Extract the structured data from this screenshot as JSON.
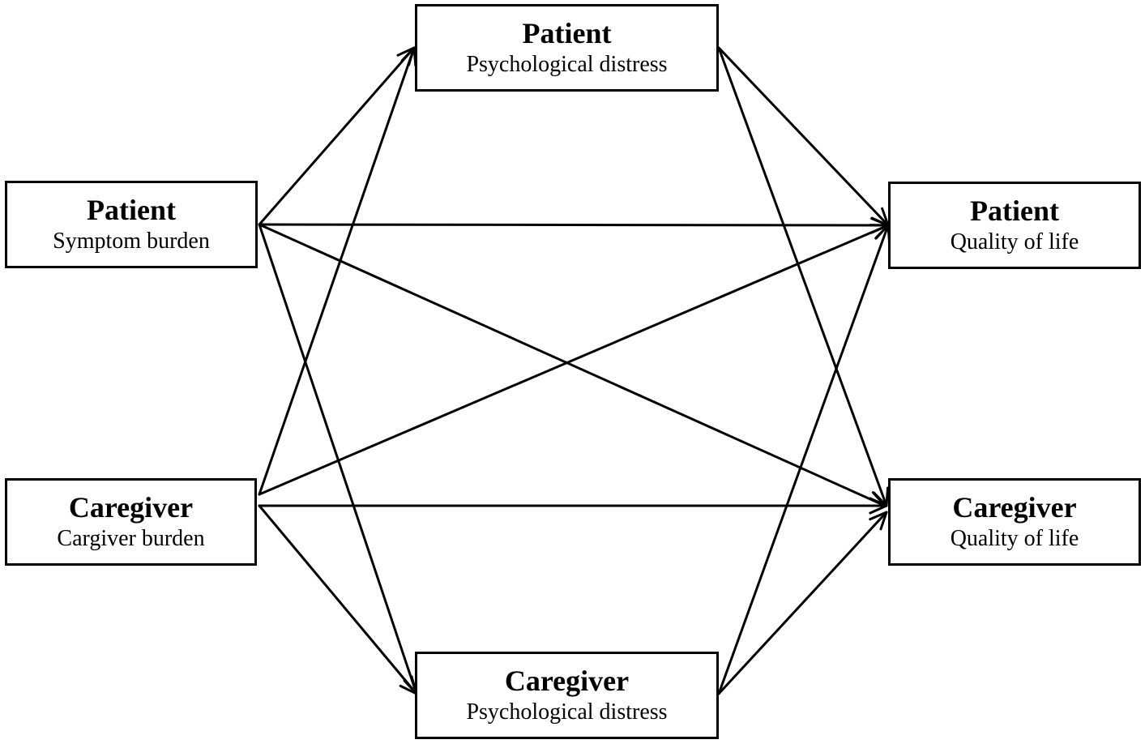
{
  "nodes": {
    "patient_distress": {
      "role": "Patient",
      "measure": "Psychological distress"
    },
    "patient_symptom": {
      "role": "Patient",
      "measure": "Symptom burden"
    },
    "patient_qol": {
      "role": "Patient",
      "measure": "Quality of life"
    },
    "caregiver_burden": {
      "role": "Caregiver",
      "measure": "Cargiver burden"
    },
    "caregiver_qol": {
      "role": "Caregiver",
      "measure": "Quality of life"
    },
    "caregiver_distress": {
      "role": "Caregiver",
      "measure": "Psychological distress"
    }
  },
  "edges": [
    {
      "from": "patient_symptom",
      "to": "patient_distress"
    },
    {
      "from": "patient_symptom",
      "to": "patient_qol"
    },
    {
      "from": "patient_symptom",
      "to": "caregiver_qol"
    },
    {
      "from": "patient_symptom",
      "to": "caregiver_distress"
    },
    {
      "from": "caregiver_burden",
      "to": "patient_distress"
    },
    {
      "from": "caregiver_burden",
      "to": "patient_qol"
    },
    {
      "from": "caregiver_burden",
      "to": "caregiver_qol"
    },
    {
      "from": "caregiver_burden",
      "to": "caregiver_distress"
    },
    {
      "from": "patient_distress",
      "to": "patient_qol"
    },
    {
      "from": "patient_distress",
      "to": "caregiver_qol"
    },
    {
      "from": "caregiver_distress",
      "to": "patient_qol"
    },
    {
      "from": "caregiver_distress",
      "to": "caregiver_qol"
    }
  ],
  "colors": {
    "stroke": "#000000",
    "background": "#ffffff"
  }
}
